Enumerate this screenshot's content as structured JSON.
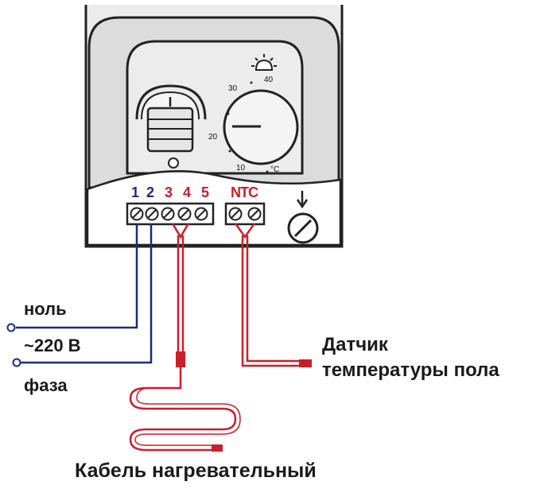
{
  "thermostat": {
    "switch_mark": "I",
    "scale": {
      "t10": "10",
      "t20": "20",
      "t30": "30",
      "t40": "40",
      "unit": "°C"
    },
    "sun_icon": "sun-icon"
  },
  "terminals": {
    "labels": [
      {
        "text": "1",
        "color": "#1f2a7a"
      },
      {
        "text": "2",
        "color": "#1f2a7a"
      },
      {
        "text": "3",
        "color": "#c8202a"
      },
      {
        "text": "4",
        "color": "#c8202a"
      },
      {
        "text": "5",
        "color": "#c8202a"
      }
    ],
    "ntc": "NTC",
    "ground_icon": "ground-arrow-icon"
  },
  "labels": {
    "neutral": "ноль",
    "voltage": "~220 В",
    "phase": "фаза",
    "sensor_line1": "Датчик",
    "sensor_line2": "температуры пола",
    "heating_cable": "Кабель нагревательный"
  },
  "colors": {
    "power_wire": "#1f2a7a",
    "heating_wire": "#c8202a",
    "housing": "#ececec",
    "panel": "#d9d9d9",
    "outline": "#222222"
  }
}
